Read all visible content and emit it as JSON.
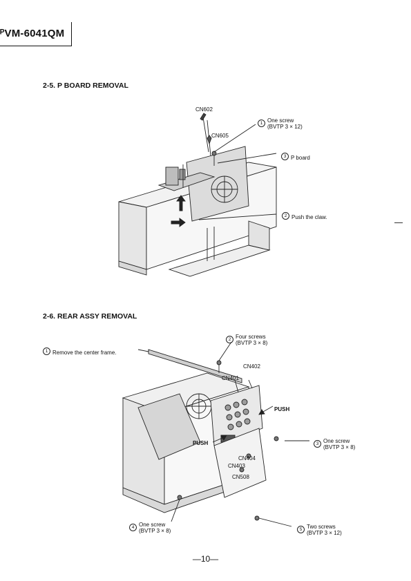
{
  "header": {
    "model": "ᴾVM-6041QM"
  },
  "section1": {
    "title": "2-5.  P BOARD REMOVAL",
    "labels": {
      "cn602": "CN602",
      "cn605": "CN605",
      "step1_num": "1",
      "step1_text": "One screw\n(BVTP 3 × 12)",
      "step3_num": "3",
      "step3_text": "P board",
      "step2_num": "2",
      "step2_text": "Push the claw."
    }
  },
  "section2": {
    "title": "2-6.  REAR ASSY REMOVAL",
    "labels": {
      "step1_num": "1",
      "step1_text": "Remove the center frame.",
      "step2_num": "2",
      "step2_text": "Four screws\n(BVTP 3 × 8)",
      "cn402": "CN402",
      "cn401": "CN401",
      "push1": "PUSH",
      "push2": "PUSH",
      "step3_num": "3",
      "step3_text": "One screw\n(BVTP 3 × 8)",
      "cn404": "CN404",
      "cn403": "CN403",
      "cn508": "CN508",
      "step4_num": "4",
      "step4_text": "One screw\n(BVTP 3 × 8)",
      "step5_num": "5",
      "step5_text": "Two screws\n(BVTP 3 × 12)"
    }
  },
  "footer": {
    "page_number": "—10—"
  }
}
